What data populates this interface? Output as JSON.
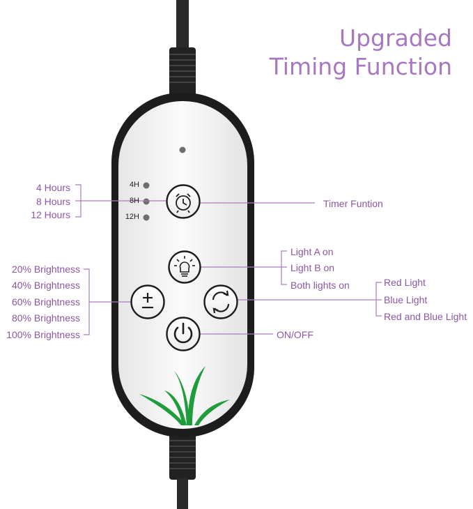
{
  "title": {
    "line1": "Upgraded",
    "line2": "Timing Function"
  },
  "timer": {
    "indicators": [
      "4H",
      "8H",
      "12H"
    ],
    "hours_labels": [
      "4 Hours",
      "8 Hours",
      "12 Hours"
    ],
    "function_label": "Timer Funtion"
  },
  "light_select": {
    "options": [
      "Light A on",
      "Light B on",
      "Both lights on"
    ]
  },
  "brightness": {
    "options": [
      "20% Brightness",
      "40% Brightness",
      "60% Brightness",
      "80% Brightness",
      "100% Brightness"
    ]
  },
  "color_mode": {
    "options": [
      "Red Light",
      "Blue Light",
      "Red and Blue Light"
    ]
  },
  "power": {
    "label": "ON/OFF"
  },
  "buttons": [
    {
      "name": "timer-button",
      "icon": "alarm-clock-icon"
    },
    {
      "name": "light-switch-button",
      "icon": "light-bulb-icon"
    },
    {
      "name": "dimmer-button",
      "icon": "plus-minus-icon"
    },
    {
      "name": "color-mode-button",
      "icon": "refresh-cycle-icon"
    },
    {
      "name": "power-button",
      "icon": "power-icon"
    }
  ],
  "colors": {
    "title": "#a777c1",
    "label": "#8c56a6",
    "bracket": "#a97cc0",
    "remote_body": "#f2f2f2",
    "remote_border": "#262626",
    "cable": "#2a2a2a",
    "leaf": "#1f9c3c",
    "indicator_led": "#6e6e6e"
  }
}
